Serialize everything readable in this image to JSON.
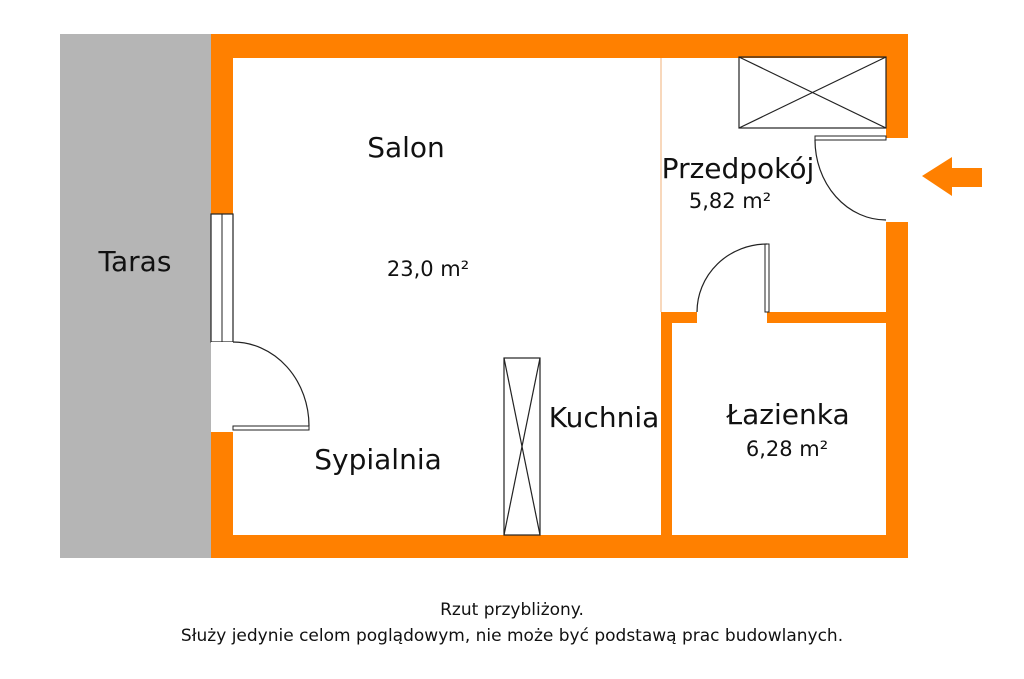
{
  "colors": {
    "wall": "#ff8000",
    "terrace": "#b5b5b5",
    "line": "#222222",
    "arrow": "#ff8000"
  },
  "rooms": {
    "terrace": {
      "name": "Taras"
    },
    "living": {
      "name": "Salon",
      "area": "23,0 m²"
    },
    "hall": {
      "name": "Przedpokój",
      "area": "5,82 m²"
    },
    "bedroom": {
      "name": "Sypialnia"
    },
    "kitchen": {
      "name": "Kuchnia"
    },
    "bathroom": {
      "name": "Łazienka",
      "area": "6,28 m²"
    }
  },
  "entrance_icon": "arrow-left-icon",
  "caption": {
    "line1": "Rzut przybliżony.",
    "line2": "Służy jedynie celom poglądowym, nie może być podstawą prac budowlanych."
  }
}
